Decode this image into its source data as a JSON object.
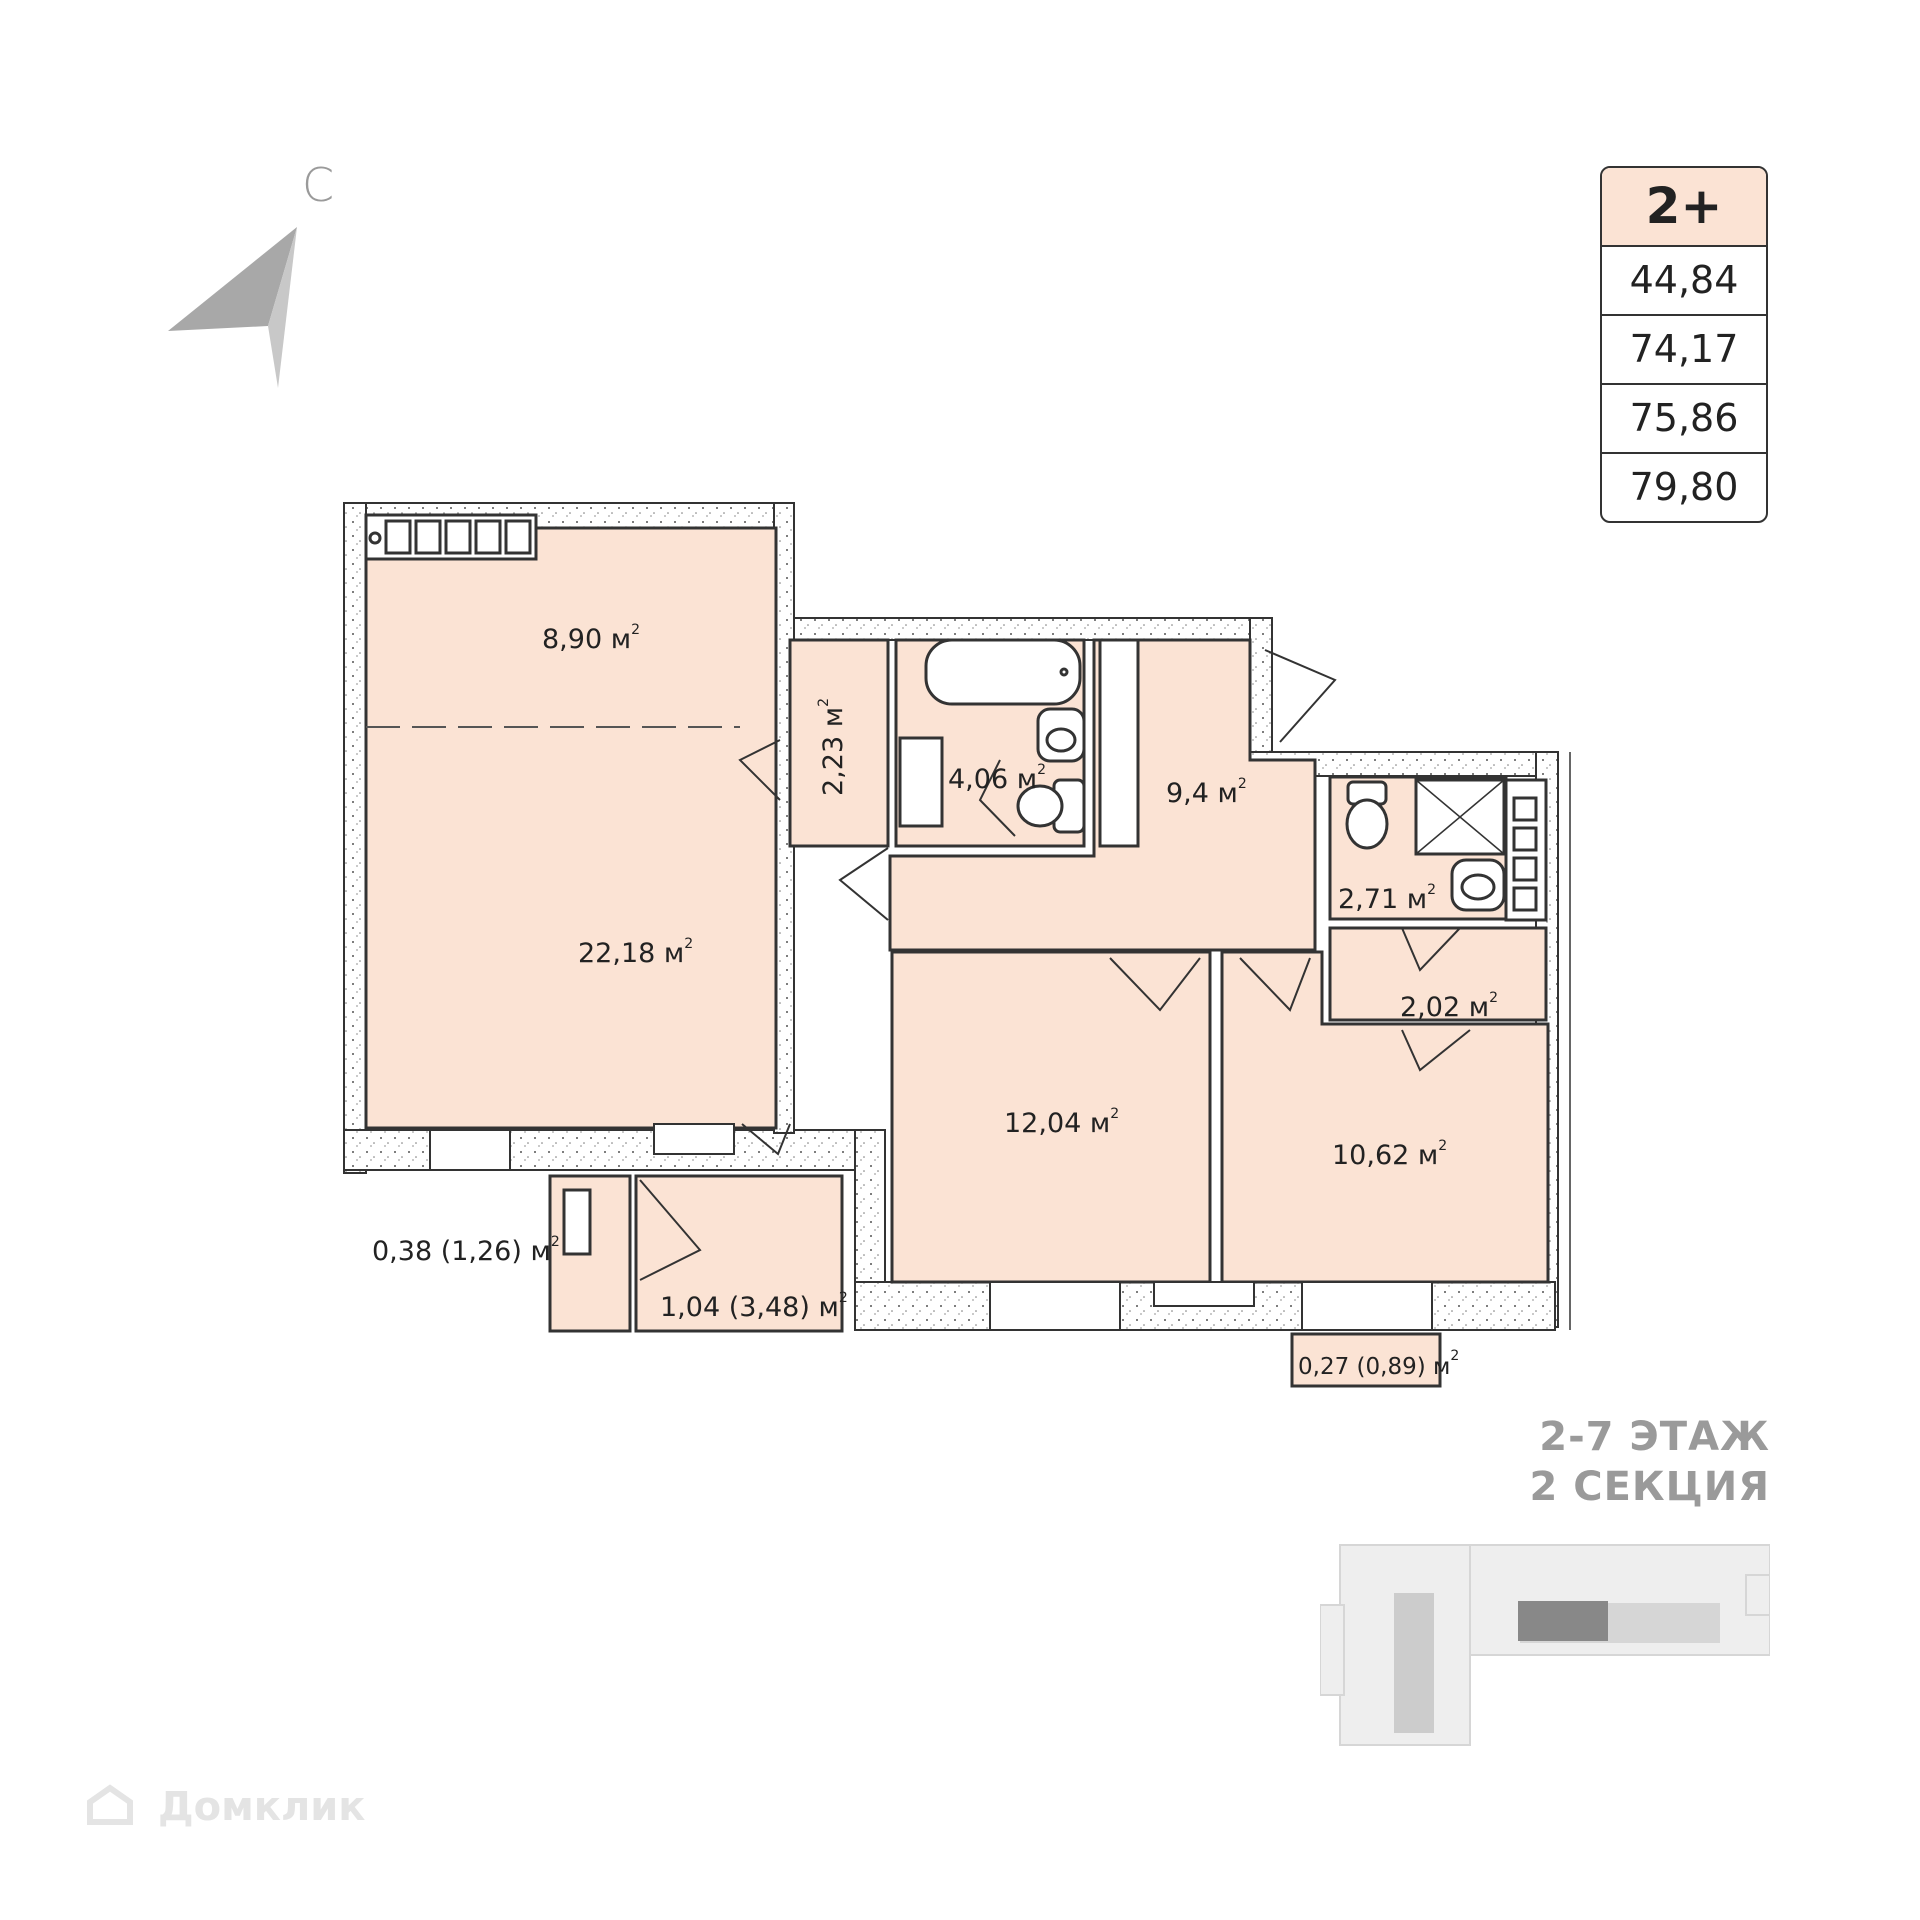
{
  "compass": {
    "letter": "С",
    "icon": "compass-arrow-icon"
  },
  "info_table": {
    "rooms": "2+",
    "areas": [
      "44,84",
      "74,17",
      "75,86",
      "79,80"
    ]
  },
  "rooms": {
    "kitchen": "8,90 м",
    "living": "22,18 м",
    "closet": "2,23 м",
    "bathroom": "4,06 м",
    "hall": "9,4 м",
    "wc": "2,71 м",
    "storage": "2,02 м",
    "bedroom1": "12,04 м",
    "bedroom2": "10,62 м",
    "loggia_small": "0,38 (1,26) м",
    "loggia_large": "1,04 (3,48) м",
    "balcony": "0,27 (0,89) м"
  },
  "superscript": "2",
  "floor_info": {
    "line1": "2-7 ЭТАЖ",
    "line2": "2 СЕКЦИЯ"
  },
  "watermark": "Домклик",
  "colors": {
    "room_fill": "#fbe3d4",
    "wall": "#333333",
    "accent_gray": "#9a9a9a"
  }
}
